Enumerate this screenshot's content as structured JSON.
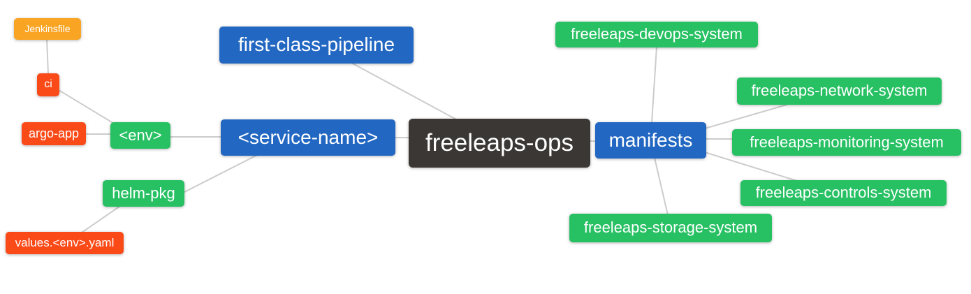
{
  "diagram": {
    "type": "mindmap",
    "background": "#ffffff",
    "edge_color": "#cccccc",
    "palette": {
      "blue": "#2267c2",
      "green": "#27c063",
      "orange": "#f9a423",
      "red": "#fa4a18",
      "dark": "#3b3734",
      "text": "#ffffff"
    },
    "nodes": [
      {
        "id": "freeleaps-ops",
        "label": "freeleaps-ops",
        "color": "dark"
      },
      {
        "id": "first-class-pipeline",
        "label": "first-class-pipeline",
        "color": "blue"
      },
      {
        "id": "service-name",
        "label": "<service-name>",
        "color": "blue"
      },
      {
        "id": "env",
        "label": "<env>",
        "color": "green"
      },
      {
        "id": "ci",
        "label": "ci",
        "color": "red"
      },
      {
        "id": "jenkinsfile",
        "label": "Jenkinsfile",
        "color": "orange"
      },
      {
        "id": "argo-app",
        "label": "argo-app",
        "color": "red"
      },
      {
        "id": "helm-pkg",
        "label": "helm-pkg",
        "color": "green"
      },
      {
        "id": "values-env-yaml",
        "label": "values.<env>.yaml",
        "color": "red"
      },
      {
        "id": "manifests",
        "label": "manifests",
        "color": "blue"
      },
      {
        "id": "devops-system",
        "label": "freeleaps-devops-system",
        "color": "green"
      },
      {
        "id": "network-system",
        "label": "freeleaps-network-system",
        "color": "green"
      },
      {
        "id": "monitoring-system",
        "label": "freeleaps-monitoring-system",
        "color": "green"
      },
      {
        "id": "controls-system",
        "label": "freeleaps-controls-system",
        "color": "green"
      },
      {
        "id": "storage-system",
        "label": "freeleaps-storage-system",
        "color": "green"
      }
    ],
    "edges": [
      {
        "from": "freeleaps-ops",
        "to": "first-class-pipeline"
      },
      {
        "from": "freeleaps-ops",
        "to": "service-name"
      },
      {
        "from": "service-name",
        "to": "env"
      },
      {
        "from": "env",
        "to": "ci"
      },
      {
        "from": "ci",
        "to": "jenkinsfile"
      },
      {
        "from": "env",
        "to": "argo-app"
      },
      {
        "from": "service-name",
        "to": "helm-pkg"
      },
      {
        "from": "helm-pkg",
        "to": "values-env-yaml"
      },
      {
        "from": "freeleaps-ops",
        "to": "manifests"
      },
      {
        "from": "manifests",
        "to": "devops-system"
      },
      {
        "from": "manifests",
        "to": "network-system"
      },
      {
        "from": "manifests",
        "to": "monitoring-system"
      },
      {
        "from": "manifests",
        "to": "controls-system"
      },
      {
        "from": "manifests",
        "to": "storage-system"
      }
    ]
  }
}
